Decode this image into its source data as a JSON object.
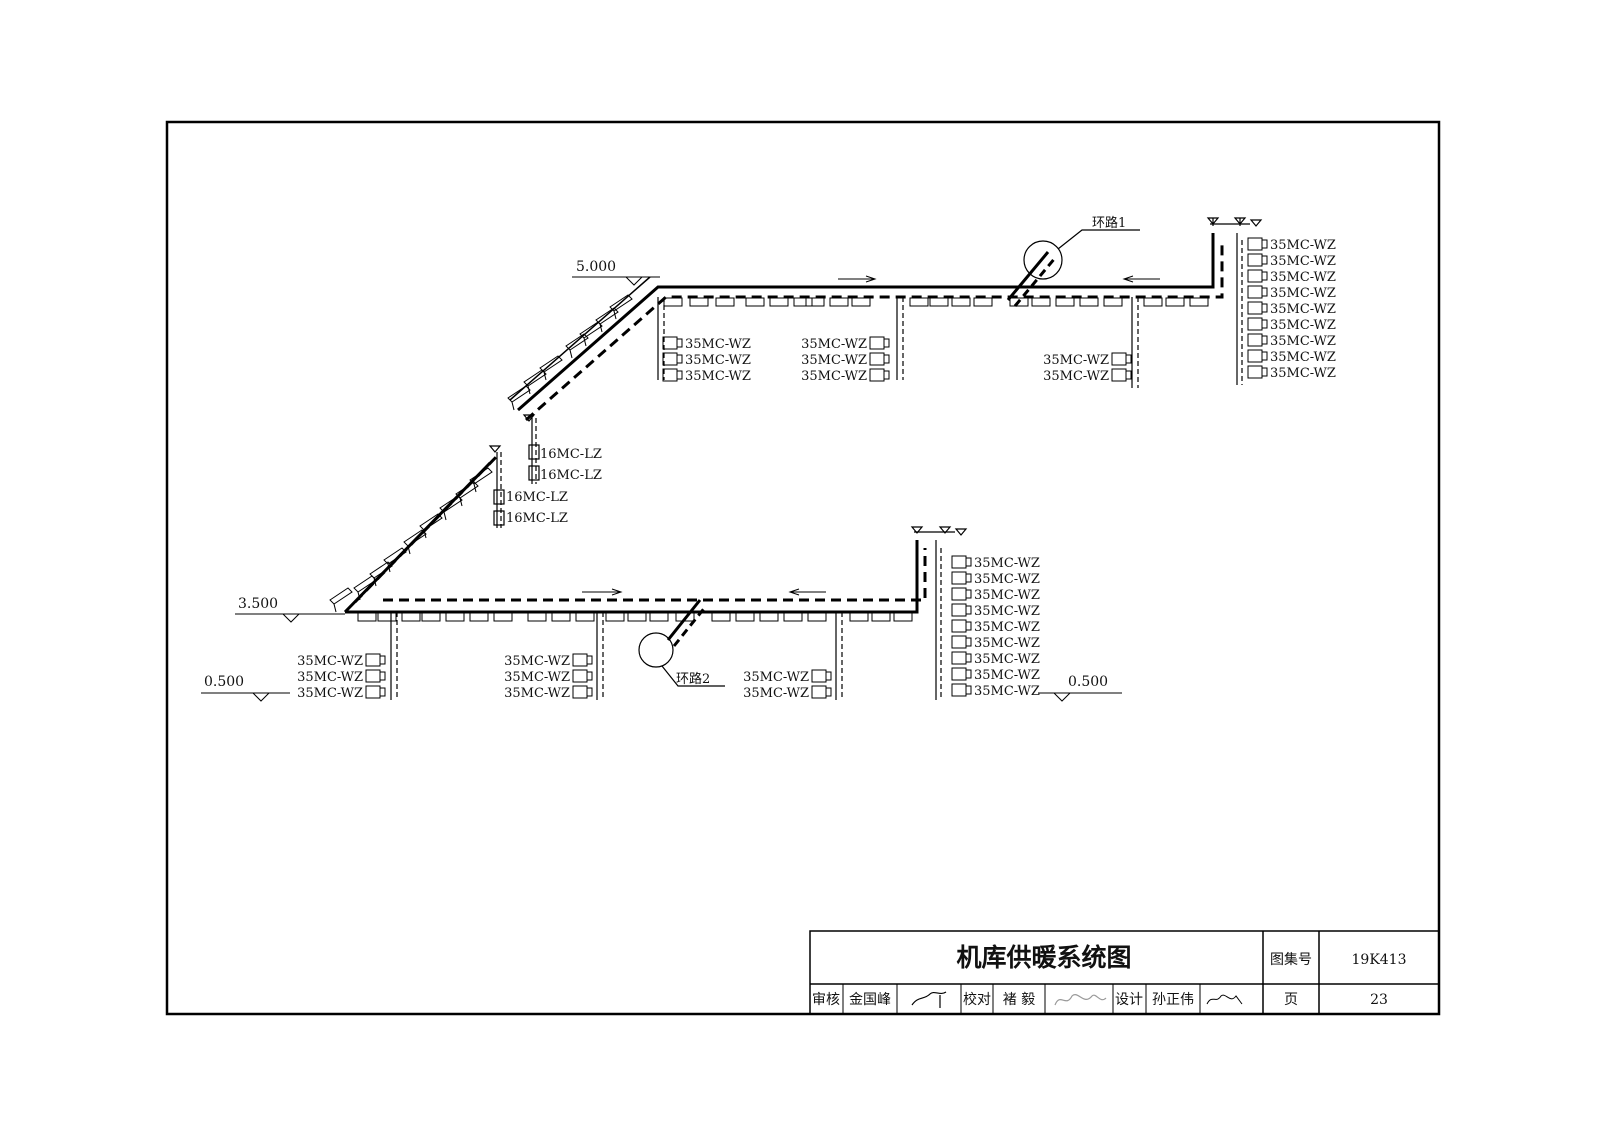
{
  "title_block": {
    "title": "机库供暖系统图",
    "atlas_label": "图集号",
    "atlas_no": "19K413",
    "review_label": "审核",
    "reviewer": "金国峰",
    "check_label": "校对",
    "checker": "褚 毅",
    "design_label": "设计",
    "designer": "孙正伟",
    "page_label": "页",
    "page_no": "23"
  },
  "elevations": {
    "upper": "5.000",
    "middle": "3.500",
    "lower_left": "0.500",
    "lower_right": "0.500"
  },
  "loops": {
    "loop1": "环路1",
    "loop2": "环路2"
  },
  "units": {
    "wz": "35MC-WZ",
    "lz": "16MC-LZ"
  }
}
